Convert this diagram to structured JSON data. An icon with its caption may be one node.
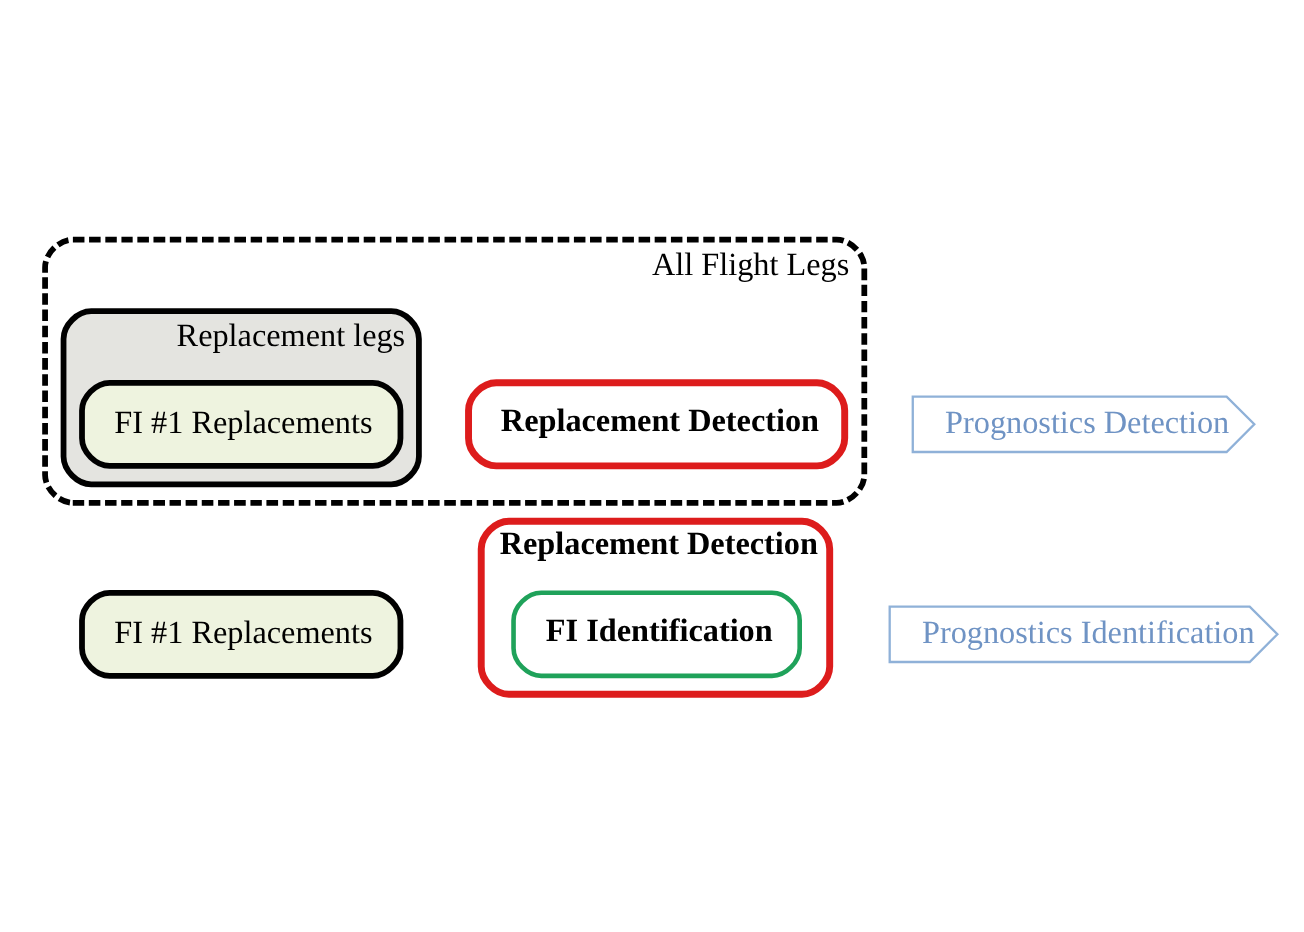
{
  "diagram": {
    "nodes": [
      {
        "text": [
          "All Flight Legs"
        ]
      },
      {
        "text": [
          "Replacement legs"
        ],
        "in": 0
      },
      {
        "text": [
          "FI #1 Replacements"
        ],
        "in": 1
      },
      {
        "text": [
          "Replacement Detection"
        ],
        "in": 0
      },
      {
        "text": [
          "Prognostics Detection"
        ]
      },
      {
        "text": [
          "FI #1 Replacements"
        ]
      },
      {
        "text": [
          "Replacement Detection"
        ]
      },
      {
        "text": [
          "FI Identification"
        ],
        "in": 6
      },
      {
        "text": [
          "Prognostics Identification"
        ]
      }
    ]
  }
}
